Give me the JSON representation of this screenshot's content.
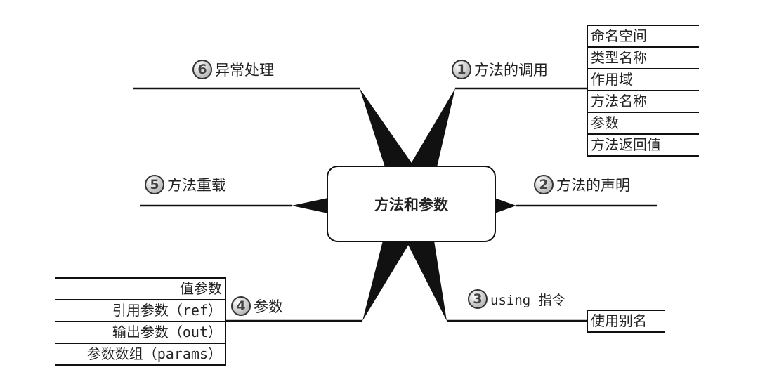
{
  "center": "方法和参数",
  "branches": [
    {
      "num": "1",
      "label": "方法的调用",
      "items": [
        "命名空间",
        "类型名称",
        "作用域",
        "方法名称",
        "参数",
        "方法返回值"
      ]
    },
    {
      "num": "2",
      "label": "方法的声明"
    },
    {
      "num": "3",
      "label": "using 指令",
      "items": [
        "使用别名"
      ]
    },
    {
      "num": "4",
      "label": "参数",
      "items": [
        "值参数",
        "引用参数（ref）",
        "输出参数（out）",
        "参数数组（params）"
      ]
    },
    {
      "num": "5",
      "label": "方法重载"
    },
    {
      "num": "6",
      "label": "异常处理"
    }
  ]
}
